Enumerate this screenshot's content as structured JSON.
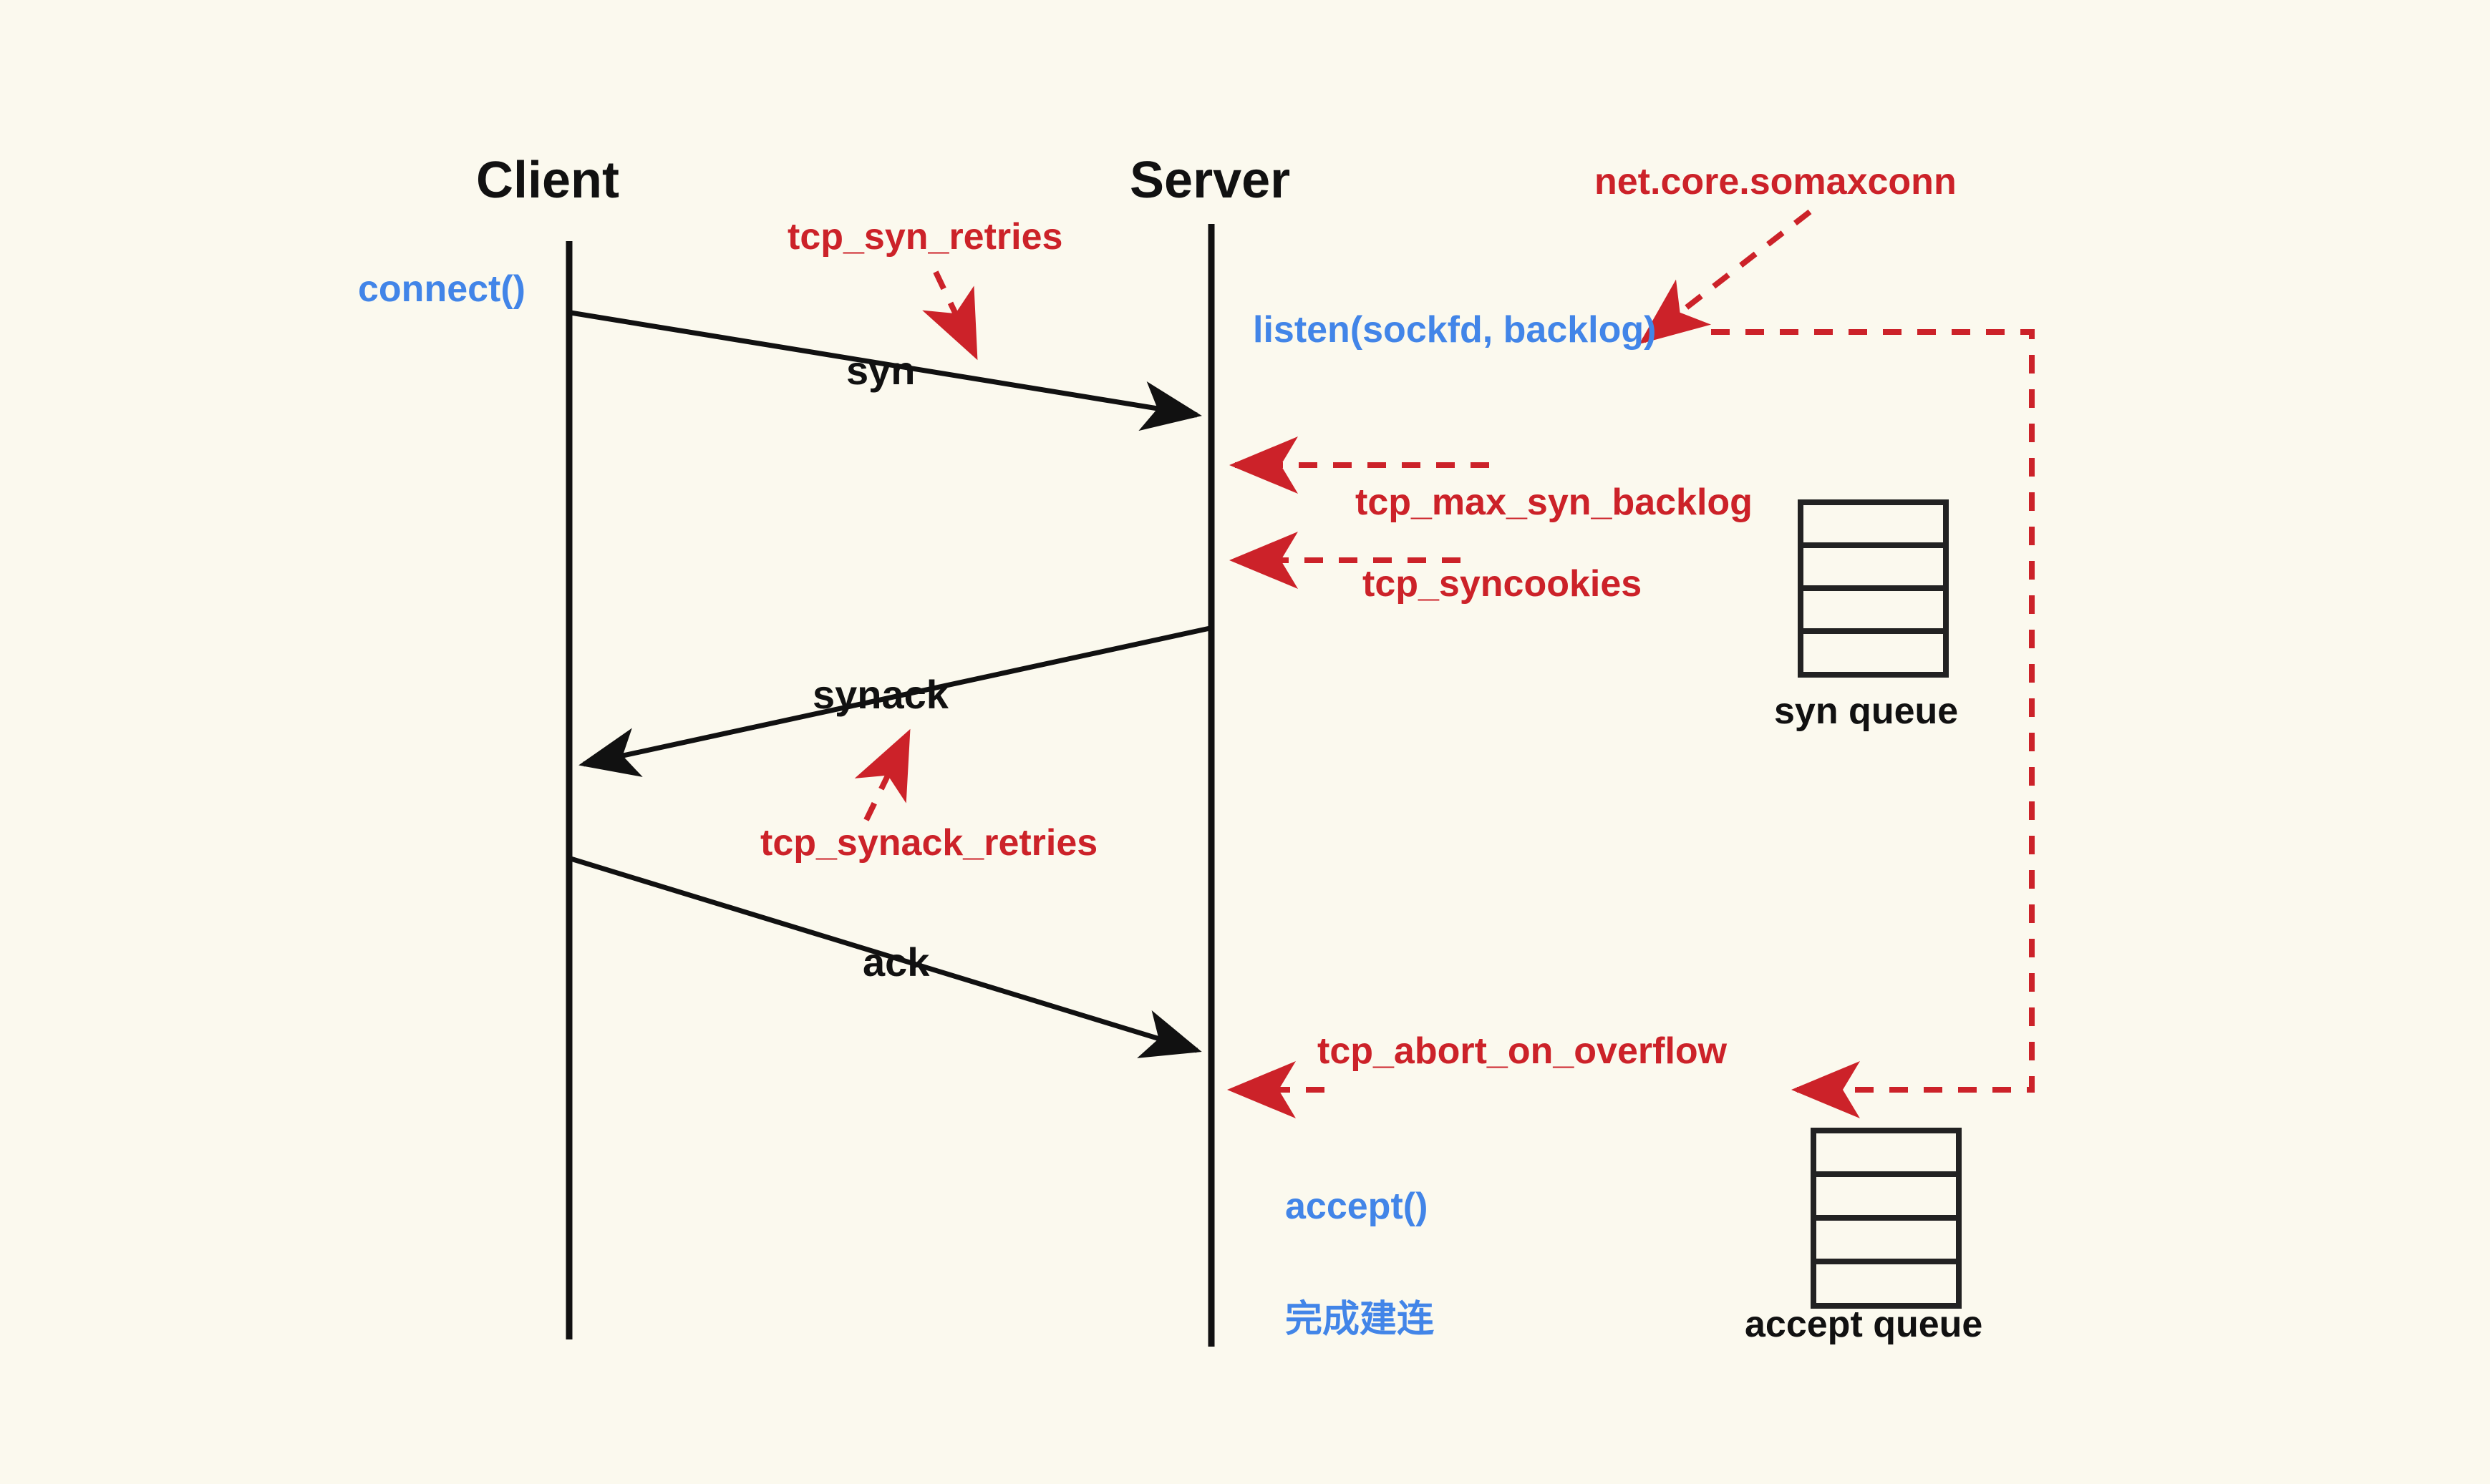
{
  "diagram": {
    "background_color": "#fbf9ee",
    "accent_red": "#cc2229",
    "accent_blue": "#4285e8",
    "ink_black": "#111111",
    "type": "tcp-three-way-handshake-sequence-diagram"
  },
  "lifelines": {
    "client_title": "Client",
    "server_title": "Server"
  },
  "messages": {
    "syn": "syn",
    "synack": "synack",
    "ack": "ack"
  },
  "api_calls": {
    "connect": "connect()",
    "listen": "listen(sockfd, backlog)",
    "accept": "accept()",
    "completed_note": "完成建连"
  },
  "kernel_params": {
    "syn_retries": "tcp_syn_retries",
    "somaxconn": "net.core.somaxconn",
    "max_syn_backlog": "tcp_max_syn_backlog",
    "syncookies": "tcp_syncookies",
    "synack_retries": "tcp_synack_retries",
    "abort_on_overflow": "tcp_abort_on_overflow"
  },
  "queues": {
    "syn_queue_label": "syn queue",
    "accept_queue_label": "accept queue",
    "syn_queue_slots": 4,
    "accept_queue_slots": 4
  }
}
